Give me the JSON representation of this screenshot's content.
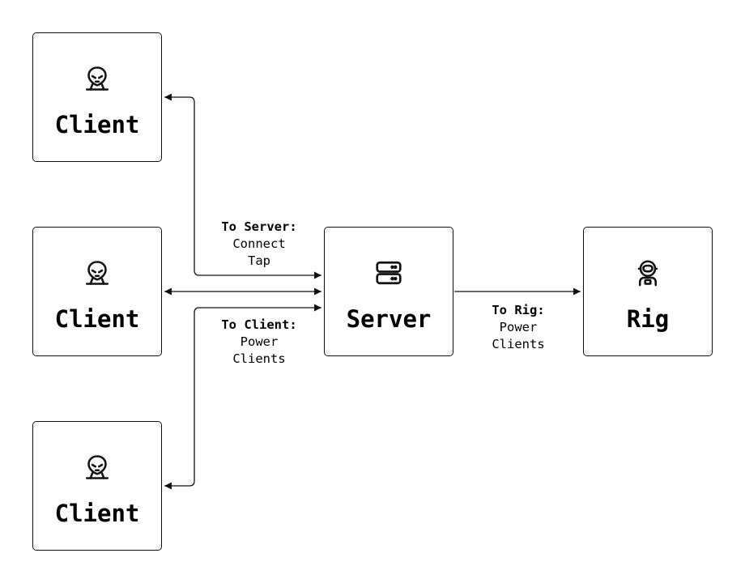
{
  "nodes": {
    "client_top": {
      "label": "Client",
      "icon": "alien-icon"
    },
    "client_middle": {
      "label": "Client",
      "icon": "alien-icon"
    },
    "client_bottom": {
      "label": "Client",
      "icon": "alien-icon"
    },
    "server": {
      "label": "Server",
      "icon": "server-stack-icon"
    },
    "rig": {
      "label": "Rig",
      "icon": "astronaut-icon"
    }
  },
  "edges": {
    "to_server": {
      "title": "To Server:",
      "lines": [
        "Connect",
        "Tap"
      ]
    },
    "to_client": {
      "title": "To Client:",
      "lines": [
        "Power",
        "Clients"
      ]
    },
    "to_rig": {
      "title": "To Rig:",
      "lines": [
        "Power",
        "Clients"
      ]
    }
  },
  "colors": {
    "stroke": "#111111",
    "background": "#ffffff"
  }
}
